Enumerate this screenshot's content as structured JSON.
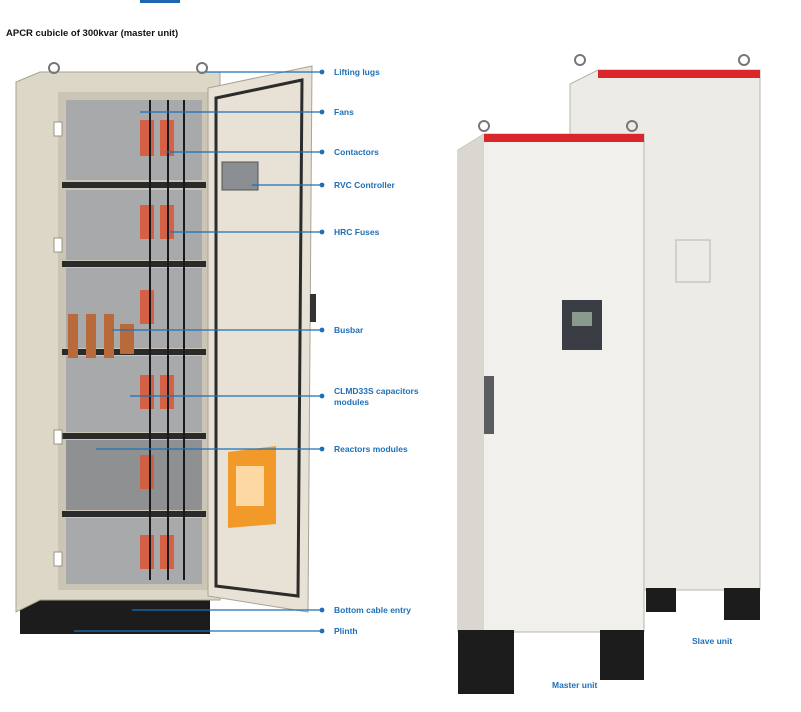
{
  "heading": "APCR cubicle of 300kvar (master unit)",
  "callouts": {
    "lifting_lugs": "Lifting lugs",
    "fans": "Fans",
    "contactors": "Contactors",
    "rvc_controller": "RVC Controller",
    "hrc_fuses": "HRC Fuses",
    "busbar": "Busbar",
    "capacitor_modules_line1": "CLMD33S capacitors",
    "capacitor_modules_line2": "modules",
    "reactors_modules": "Reactors modules",
    "bottom_cable_entry": "Bottom cable entry",
    "plinth": "Plinth"
  },
  "captions": {
    "master_unit": "Master unit",
    "slave_unit": "Slave unit"
  },
  "colors": {
    "accent": "#1d6fb8",
    "cabinet": "#e4dfd3",
    "brand_red": "#d9262b"
  }
}
